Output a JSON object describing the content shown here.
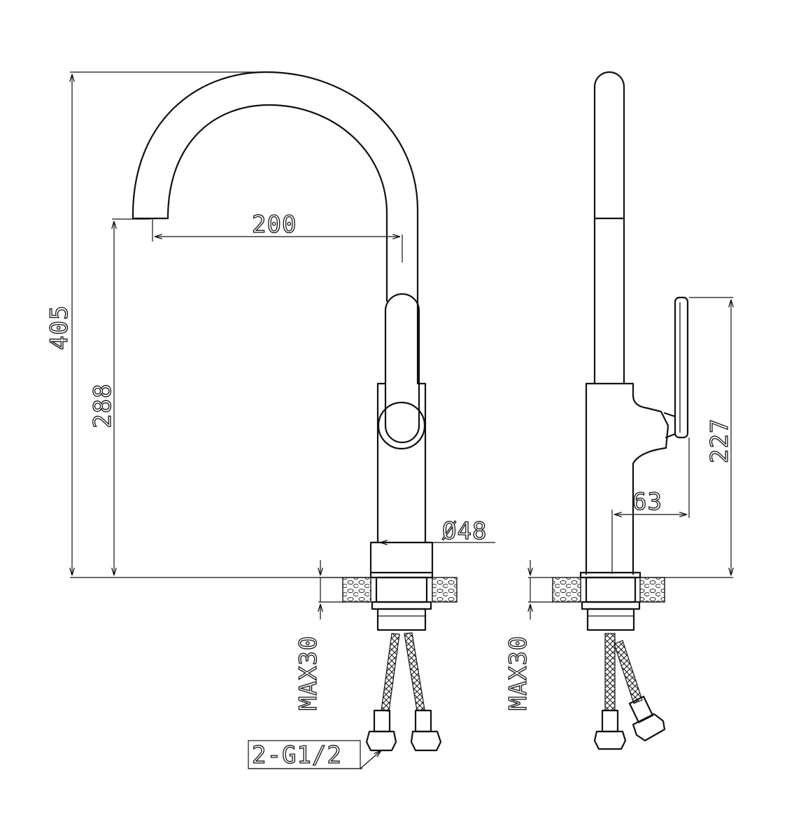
{
  "drawing": {
    "front_view": {
      "total_height": "405",
      "spout_height": "288",
      "spout_reach": "200",
      "base_diameter": "Ø48",
      "max_counter_thickness": "MAX30",
      "connection": "2-G1/2"
    },
    "side_view": {
      "handle_height": "227",
      "handle_offset": "63",
      "max_counter_thickness": "MAX30"
    }
  }
}
